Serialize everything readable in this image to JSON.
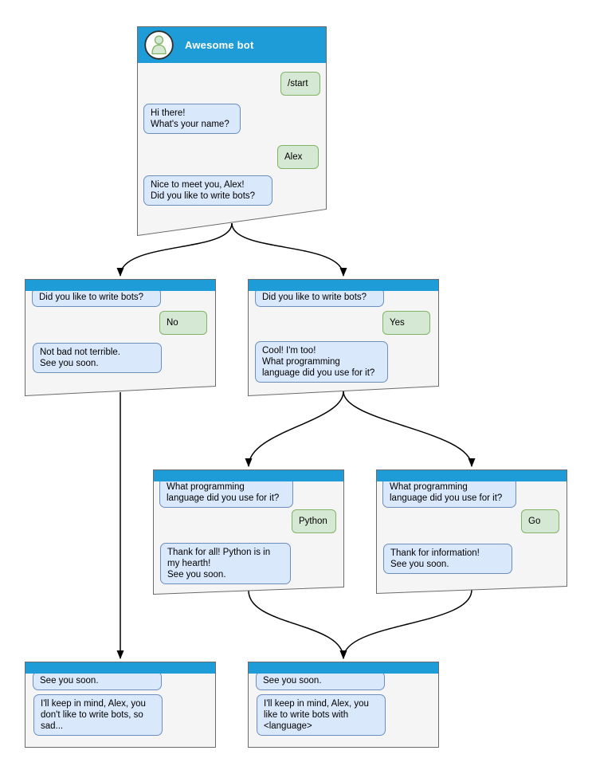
{
  "palette": {
    "header_blue": "#1e9cd7",
    "window_bg": "#f5f5f5",
    "window_border": "#6b6b6b",
    "bot_bubble_bg": "#dae8fc",
    "bot_bubble_border": "#6c8ebf",
    "user_bubble_bg": "#d5e8d4",
    "user_bubble_border": "#82b366",
    "edge_color": "#000000",
    "title_text": "#ffffff"
  },
  "windows": {
    "start": {
      "title": "Awesome bot",
      "avatar": "person-icon",
      "messages": [
        {
          "from": "user",
          "text": "/start"
        },
        {
          "from": "bot",
          "text": "Hi there!\nWhat's your name?"
        },
        {
          "from": "user",
          "text": "Alex"
        },
        {
          "from": "bot",
          "text": "Nice to meet you, Alex!\nDid you like to write bots?"
        }
      ]
    },
    "no_branch": {
      "messages": [
        {
          "from": "bot",
          "text": "Did you like to write bots?"
        },
        {
          "from": "user",
          "text": "No"
        },
        {
          "from": "bot",
          "text": "Not bad not terrible.\nSee you soon."
        }
      ]
    },
    "yes_branch": {
      "messages": [
        {
          "from": "bot",
          "text": "Did you like to write bots?"
        },
        {
          "from": "user",
          "text": "Yes"
        },
        {
          "from": "bot",
          "text": "Cool! I'm too!\nWhat programming\nlanguage did you use for it?"
        }
      ]
    },
    "python_branch": {
      "messages": [
        {
          "from": "bot",
          "text": "What programming\nlanguage did you use for it?"
        },
        {
          "from": "user",
          "text": "Python"
        },
        {
          "from": "bot",
          "text": "Thank for all! Python is in\nmy hearth!\nSee you soon."
        }
      ]
    },
    "go_branch": {
      "messages": [
        {
          "from": "bot",
          "text": "What programming\nlanguage did you use for it?"
        },
        {
          "from": "user",
          "text": "Go"
        },
        {
          "from": "bot",
          "text": "Thank for information!\nSee you soon."
        }
      ]
    },
    "end_no": {
      "messages": [
        {
          "from": "bot",
          "text": "See you soon."
        },
        {
          "from": "bot",
          "text": "I'll keep in mind, Alex, you\ndon't like to write bots, so\nsad..."
        }
      ]
    },
    "end_yes": {
      "messages": [
        {
          "from": "bot",
          "text": "See you soon."
        },
        {
          "from": "bot",
          "text": "I'll keep in mind, Alex, you\nlike to write bots with\n<language>"
        }
      ]
    }
  }
}
